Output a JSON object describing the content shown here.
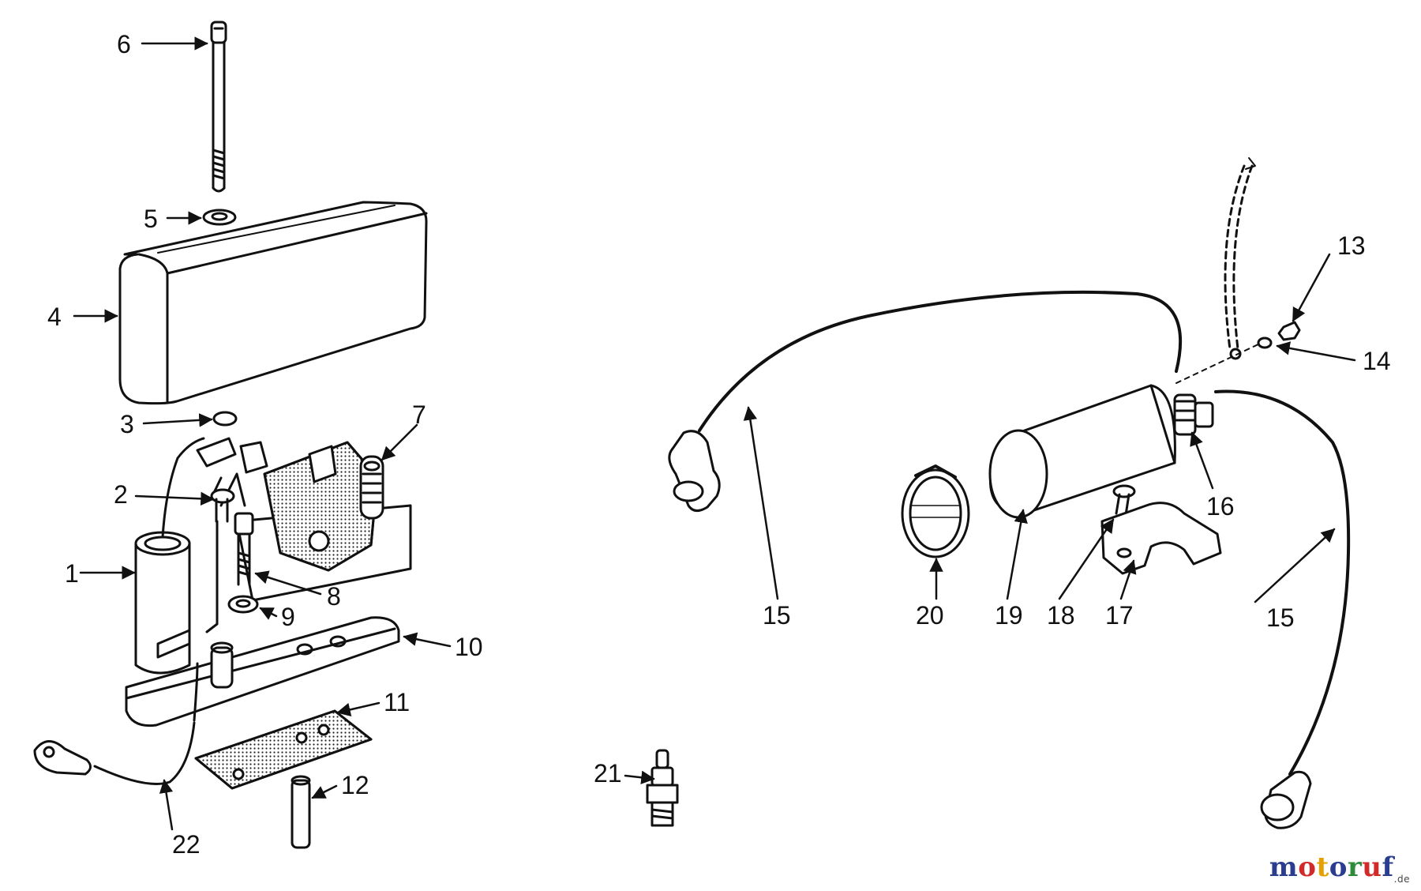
{
  "callouts": {
    "c1": "1",
    "c2": "2",
    "c3": "3",
    "c4": "4",
    "c5": "5",
    "c6": "6",
    "c7": "7",
    "c8": "8",
    "c9": "9",
    "c10": "10",
    "c11": "11",
    "c12": "12",
    "c13": "13",
    "c14": "14",
    "c15a": "15",
    "c15b": "15",
    "c16": "16",
    "c17": "17",
    "c18": "18",
    "c19": "19",
    "c20": "20",
    "c21": "21",
    "c22": "22"
  },
  "watermark": {
    "m1": "m",
    "o1": "o",
    "t": "t",
    "o2": "o",
    "r": "r",
    "u": "u",
    "f": "f",
    "tld": ".de",
    "colors": [
      "#2a3d8f",
      "#d12a2a",
      "#e6a100",
      "#2a3d8f",
      "#2e8b3a",
      "#d12a2a",
      "#2a3d8f"
    ]
  }
}
